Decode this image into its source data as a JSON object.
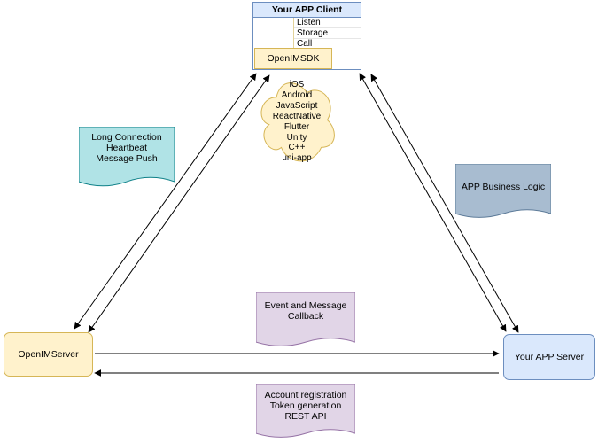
{
  "diagram": {
    "client": {
      "title": "Your APP Client",
      "rows": [
        "Listen",
        "Storage",
        "Call"
      ],
      "sdk": "OpenIMSDK"
    },
    "cloud": [
      "iOS",
      "Android",
      "JavaScript",
      "ReactNative",
      "Flutter",
      "Unity",
      "C++",
      "uni-app"
    ],
    "notes": {
      "long_connection": [
        "Long Connection",
        "Heartbeat",
        "Message Push"
      ],
      "business_logic": [
        "APP Business Logic"
      ],
      "event_callback": [
        "Event and Message",
        "Callback"
      ],
      "rest_api": [
        "Account registration",
        "Token generation",
        "REST API"
      ]
    },
    "servers": {
      "openim": "OpenIMServer",
      "app": "Your APP Server"
    },
    "colors": {
      "blue_fill": "#dae8fc",
      "blue_stroke": "#6c8ebf",
      "yellow_fill": "#fff2cc",
      "yellow_stroke": "#d6b656",
      "teal_fill": "#b0e3e6",
      "teal_stroke": "#0e8088",
      "slate_fill": "#a8bcd0",
      "slate_stroke": "#5d7b99",
      "purple_fill": "#e1d5e7",
      "purple_stroke": "#9673a6",
      "arrow": "#000000"
    }
  }
}
